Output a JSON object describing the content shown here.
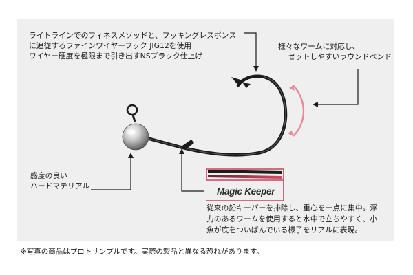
{
  "callouts": {
    "top_left": [
      "ライトラインでのフィネスメソッドと、フッキングレスポンス",
      "に追従するファインワイヤーフック JIG12を使用",
      "ワイヤー硬度を極限まで引き出すNSブラック仕上げ"
    ],
    "top_right": [
      "様々なワームに対応し、",
      "セットしやすいラウンドベンド"
    ],
    "left": [
      "感度の良い",
      "ハードマテリアル"
    ],
    "bottom": [
      "従来の鉛キーパーを排除し、重心を一点に集中。浮",
      "力のあるワームを使用すると水中で立ちやすく、小",
      "魚が底をついばんでいる様子をリアルに表現。"
    ]
  },
  "magic_keeper": {
    "label": "Magic Keeper"
  },
  "footnote": "※写真の商品はプロトサンプルです。実際の製品と異なる恐れがあります。",
  "colors": {
    "background_panel": "#efefef",
    "hook": "#1b1b1b",
    "accent_pink": "#e58a9a",
    "keeper_red": "#c8435b"
  }
}
